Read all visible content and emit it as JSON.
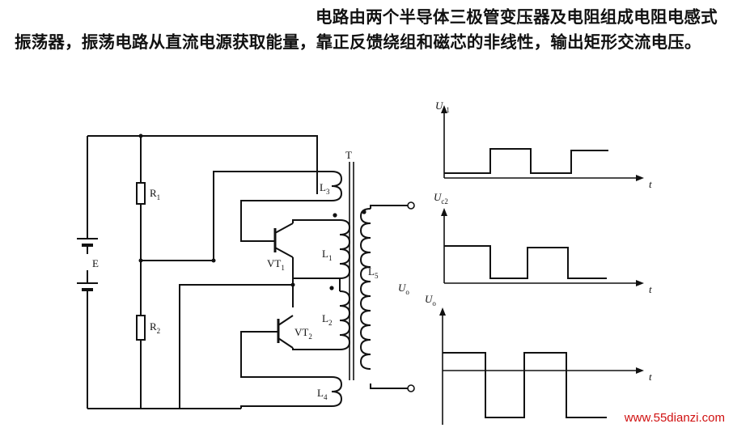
{
  "caption": "电路由两个半导体三极管变压器及电阻组成电阻电感式振荡器，振荡电路从直流电源获取能量，靠正反馈绕组和磁芯的非线性，输出矩形交流电压。",
  "labels": {
    "E": "E",
    "R1": "R",
    "R1_sub": "1",
    "R2": "R",
    "R2_sub": "2",
    "VT1": "VT",
    "VT1_sub": "1",
    "VT2": "VT",
    "VT2_sub": "2",
    "L1": "L",
    "L1_sub": "1",
    "L2": "L",
    "L2_sub": "2",
    "L3": "L",
    "L3_sub": "3",
    "L4": "L",
    "L4_sub": "4",
    "L5": "L",
    "L5_sub": "5",
    "T": "T",
    "Uo": "U",
    "Uo_sub": "o"
  },
  "waveforms": [
    {
      "label": "U",
      "sub": "c1",
      "t": "t"
    },
    {
      "label": "U",
      "sub": "c2",
      "t": "t"
    },
    {
      "label": "U",
      "sub": "o",
      "t": "t"
    }
  ],
  "watermark": {
    "text": "www.55dianzi.com",
    "color": "#d01010"
  }
}
